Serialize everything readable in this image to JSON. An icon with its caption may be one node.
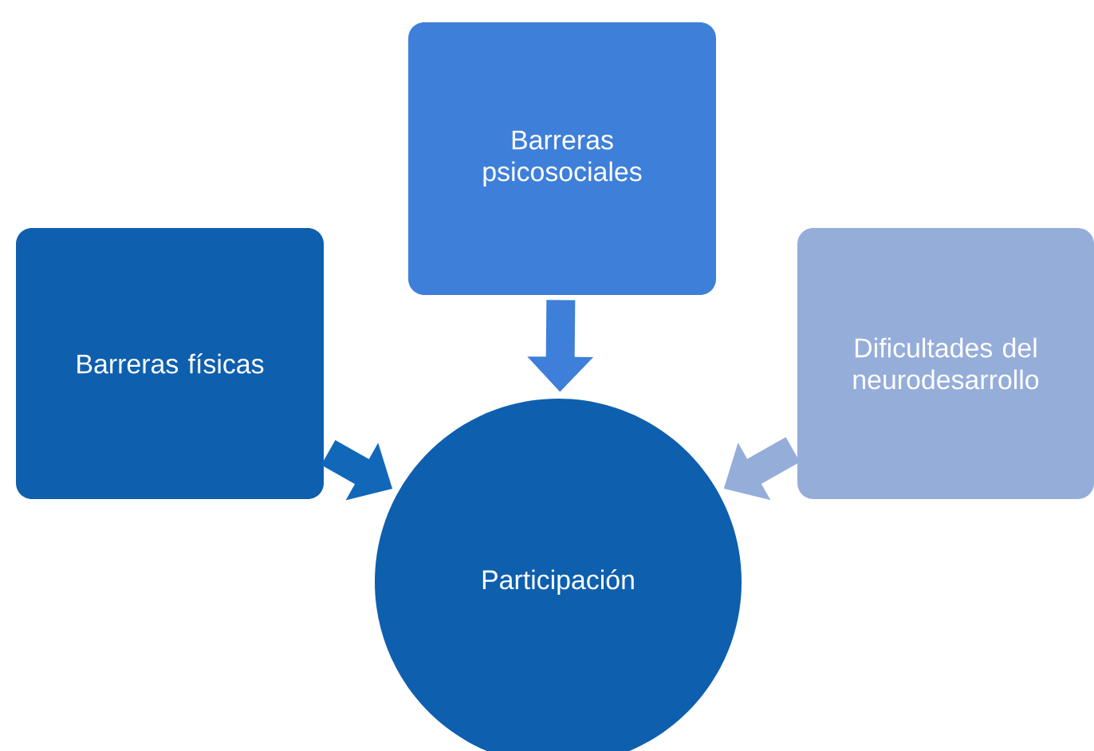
{
  "diagram": {
    "nodes": [
      {
        "text": [
          "Barreras psicosociales"
        ]
      },
      {
        "text": [
          "Barreras físicas"
        ]
      },
      {
        "text": [
          "Dificultades del neurodesarrollo"
        ]
      },
      {
        "text": [
          "Participación"
        ]
      }
    ],
    "edges": [
      {
        "from": 0,
        "to": 3,
        "arrow": "to",
        "color": "#3e7fd9"
      },
      {
        "from": 1,
        "to": 3,
        "arrow": "to",
        "color": "#1268b8"
      },
      {
        "from": 2,
        "to": 3,
        "arrow": "to",
        "color": "#95add9"
      }
    ]
  }
}
